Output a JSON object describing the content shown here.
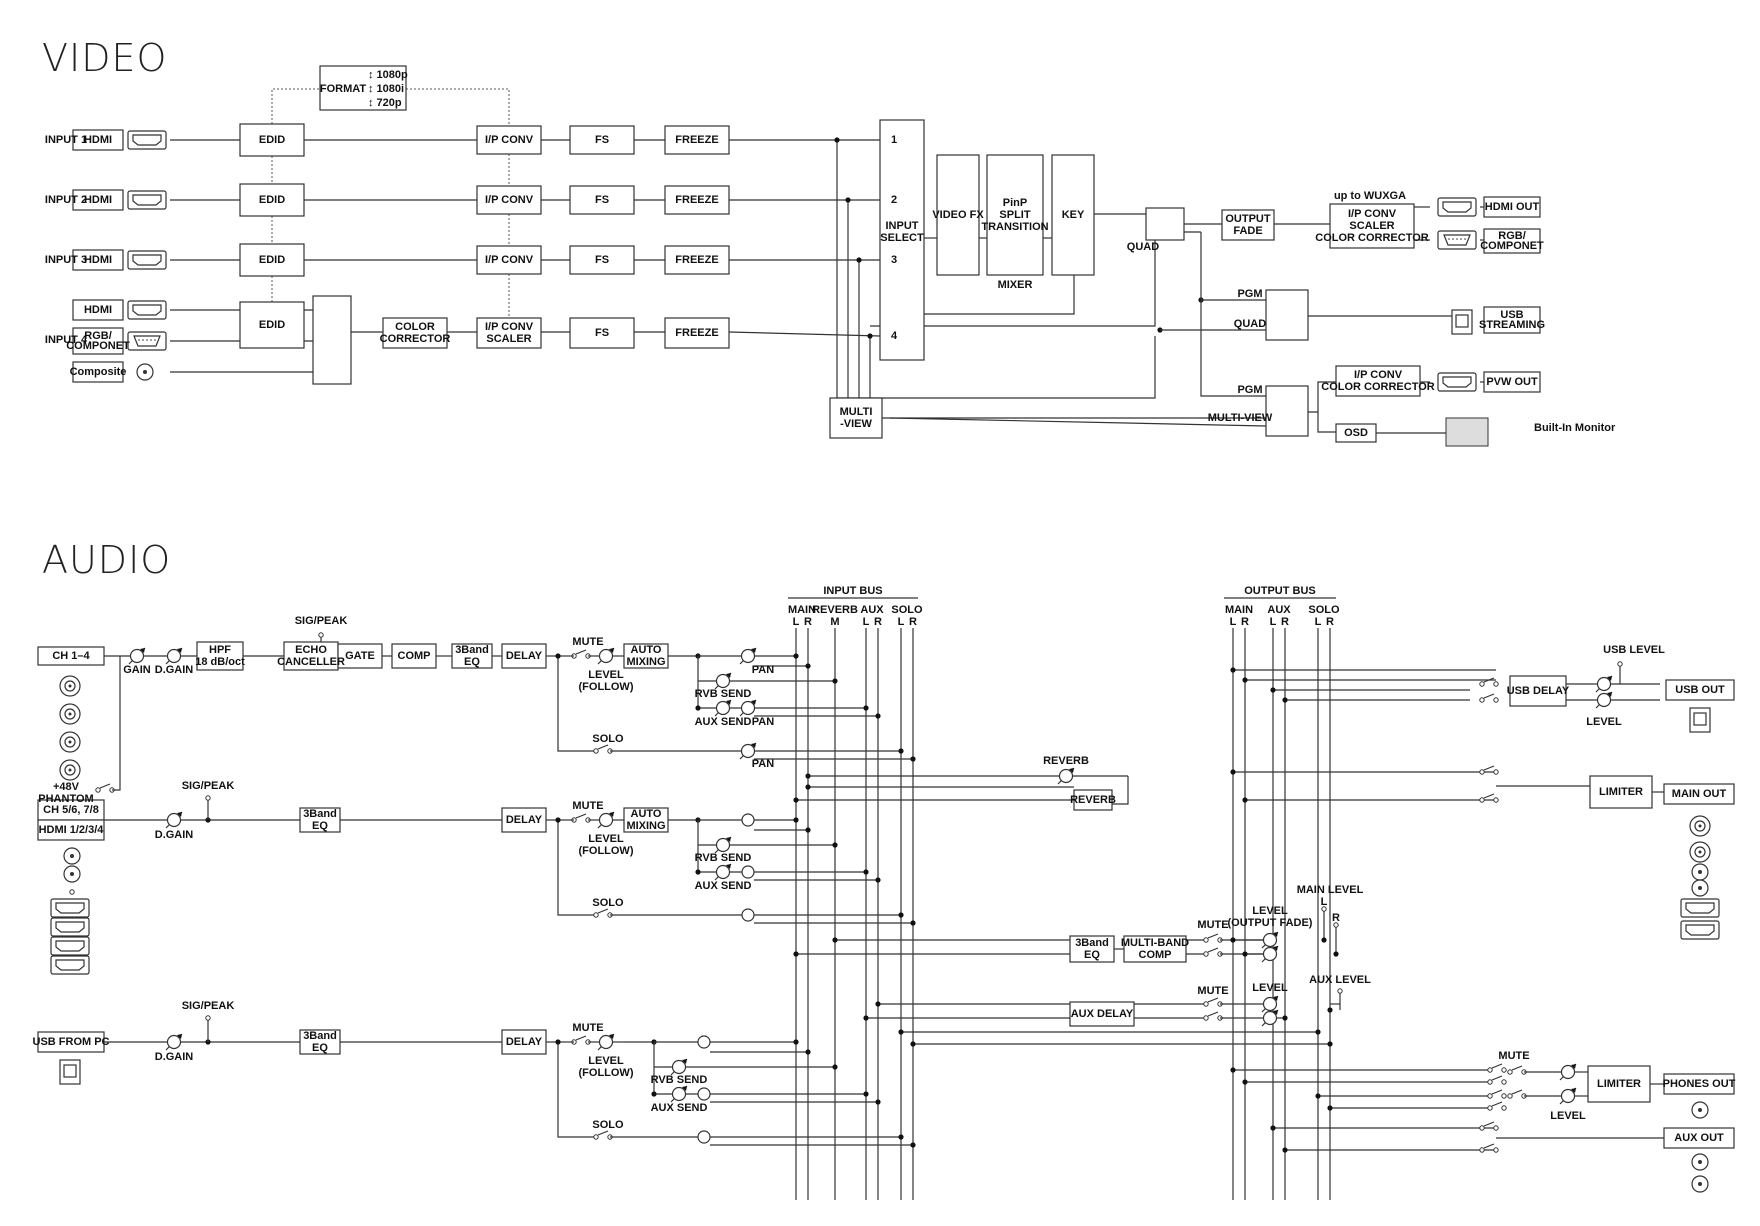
{
  "sections": {
    "video": "VIDEO",
    "audio": "AUDIO"
  },
  "video": {
    "format": {
      "label": "FORMAT",
      "options": [
        "1080p",
        "1080i",
        "720p"
      ]
    },
    "inputs": [
      {
        "label": "INPUT 1",
        "source": "HDMI"
      },
      {
        "label": "INPUT 2",
        "source": "HDMI"
      },
      {
        "label": "INPUT 3",
        "source": "HDMI"
      },
      {
        "label": "INPUT 4",
        "sources": [
          "HDMI",
          "RGB/\nCOMPONET",
          "Composite"
        ]
      }
    ],
    "blocks": {
      "edid": "EDID",
      "ipconv": "I/P CONV",
      "ipconv_scaler": "I/P CONV\nSCALER",
      "fs": "FS",
      "freeze": "FREEZE",
      "color_corrector": "COLOR\nCORRECTOR",
      "input_select": "INPUT\nSELECT",
      "video_fx": "VIDEO FX",
      "pinp": "PinP\nSPLIT\nTRANSITION",
      "key": "KEY",
      "mixer": "MIXER",
      "quad": "QUAD",
      "output_fade": "OUTPUT\nFADE",
      "up_to": "up to WUXGA",
      "main_proc": "I/P CONV\nSCALER\nCOLOR CORRECTOR",
      "pvw_proc": "I/P CONV\nCOLOR CORRECTOR",
      "multiview": "MULTI\n-VIEW",
      "osd": "OSD",
      "sel_pgm": "PGM",
      "sel_quad": "QUAD",
      "sel_multiview": "MULTI-VIEW"
    },
    "select_inputs": [
      "1",
      "2",
      "3",
      "4"
    ],
    "outputs": {
      "hdmi_out": "HDMI OUT",
      "rgb_out": "RGB/\nCOMPONET",
      "usb_streaming": "USB\nSTREAMING",
      "pvw_out": "PVW OUT",
      "monitor": "Built-In Monitor"
    }
  },
  "audio": {
    "ch14": {
      "label": "CH 1–4",
      "phantom": "+48V\nPHANTOM",
      "gain": "GAIN",
      "dgain": "D.GAIN",
      "hpf": "HPF\n18 dB/oct",
      "echo": "ECHO\nCANCELLER",
      "sigpeak": "SIG/PEAK",
      "gate": "GATE",
      "comp": "COMP",
      "eq": "3Band\nEQ",
      "delay": "DELAY"
    },
    "ch58": {
      "label": "CH 5/6, 7/8",
      "label2": "HDMI 1/2/3/4",
      "dgain": "D.GAIN",
      "sigpeak": "SIG/PEAK",
      "eq": "3Band\nEQ",
      "delay": "DELAY"
    },
    "usbpc": {
      "label": "USB FROM PC",
      "dgain": "D.GAIN",
      "sigpeak": "SIG/PEAK",
      "eq": "3Band\nEQ",
      "delay": "DELAY"
    },
    "strip": {
      "mute": "MUTE",
      "level": "LEVEL\n(FOLLOW)",
      "auto": "AUTO\nMIXING",
      "pan": "PAN",
      "rvb": "RVB SEND",
      "aux": "AUX SEND",
      "solo": "SOLO"
    },
    "input_bus": {
      "title": "INPUT BUS",
      "groups": [
        "MAIN",
        "REVERB",
        "AUX",
        "SOLO"
      ],
      "sub": [
        "L",
        "R",
        "M",
        "L",
        "R",
        "L",
        "R"
      ]
    },
    "output_bus": {
      "title": "OUTPUT BUS",
      "groups": [
        "MAIN",
        "AUX",
        "SOLO"
      ],
      "sub": [
        "L",
        "R",
        "L",
        "R",
        "L",
        "R"
      ]
    },
    "reverb": {
      "label": "REVERB",
      "box": "REVERB"
    },
    "master": {
      "eq": "3Band\nEQ",
      "mbc": "MULTI-BAND\nCOMP",
      "mute": "MUTE",
      "level": "LEVEL\n(OUTPUT FADE)",
      "main_level": "MAIN LEVEL",
      "l": "L",
      "r": "R"
    },
    "aux": {
      "delay": "AUX DELAY",
      "mute": "MUTE",
      "level": "LEVEL",
      "aux_level": "AUX LEVEL"
    },
    "usb_delay": "USB DELAY",
    "usb_level": "USB LEVEL",
    "level": "LEVEL",
    "limiter": "LIMITER",
    "mute": "MUTE",
    "outputs": {
      "usb": "USB OUT",
      "main": "MAIN OUT",
      "phones": "PHONES OUT",
      "aux": "AUX OUT"
    }
  }
}
